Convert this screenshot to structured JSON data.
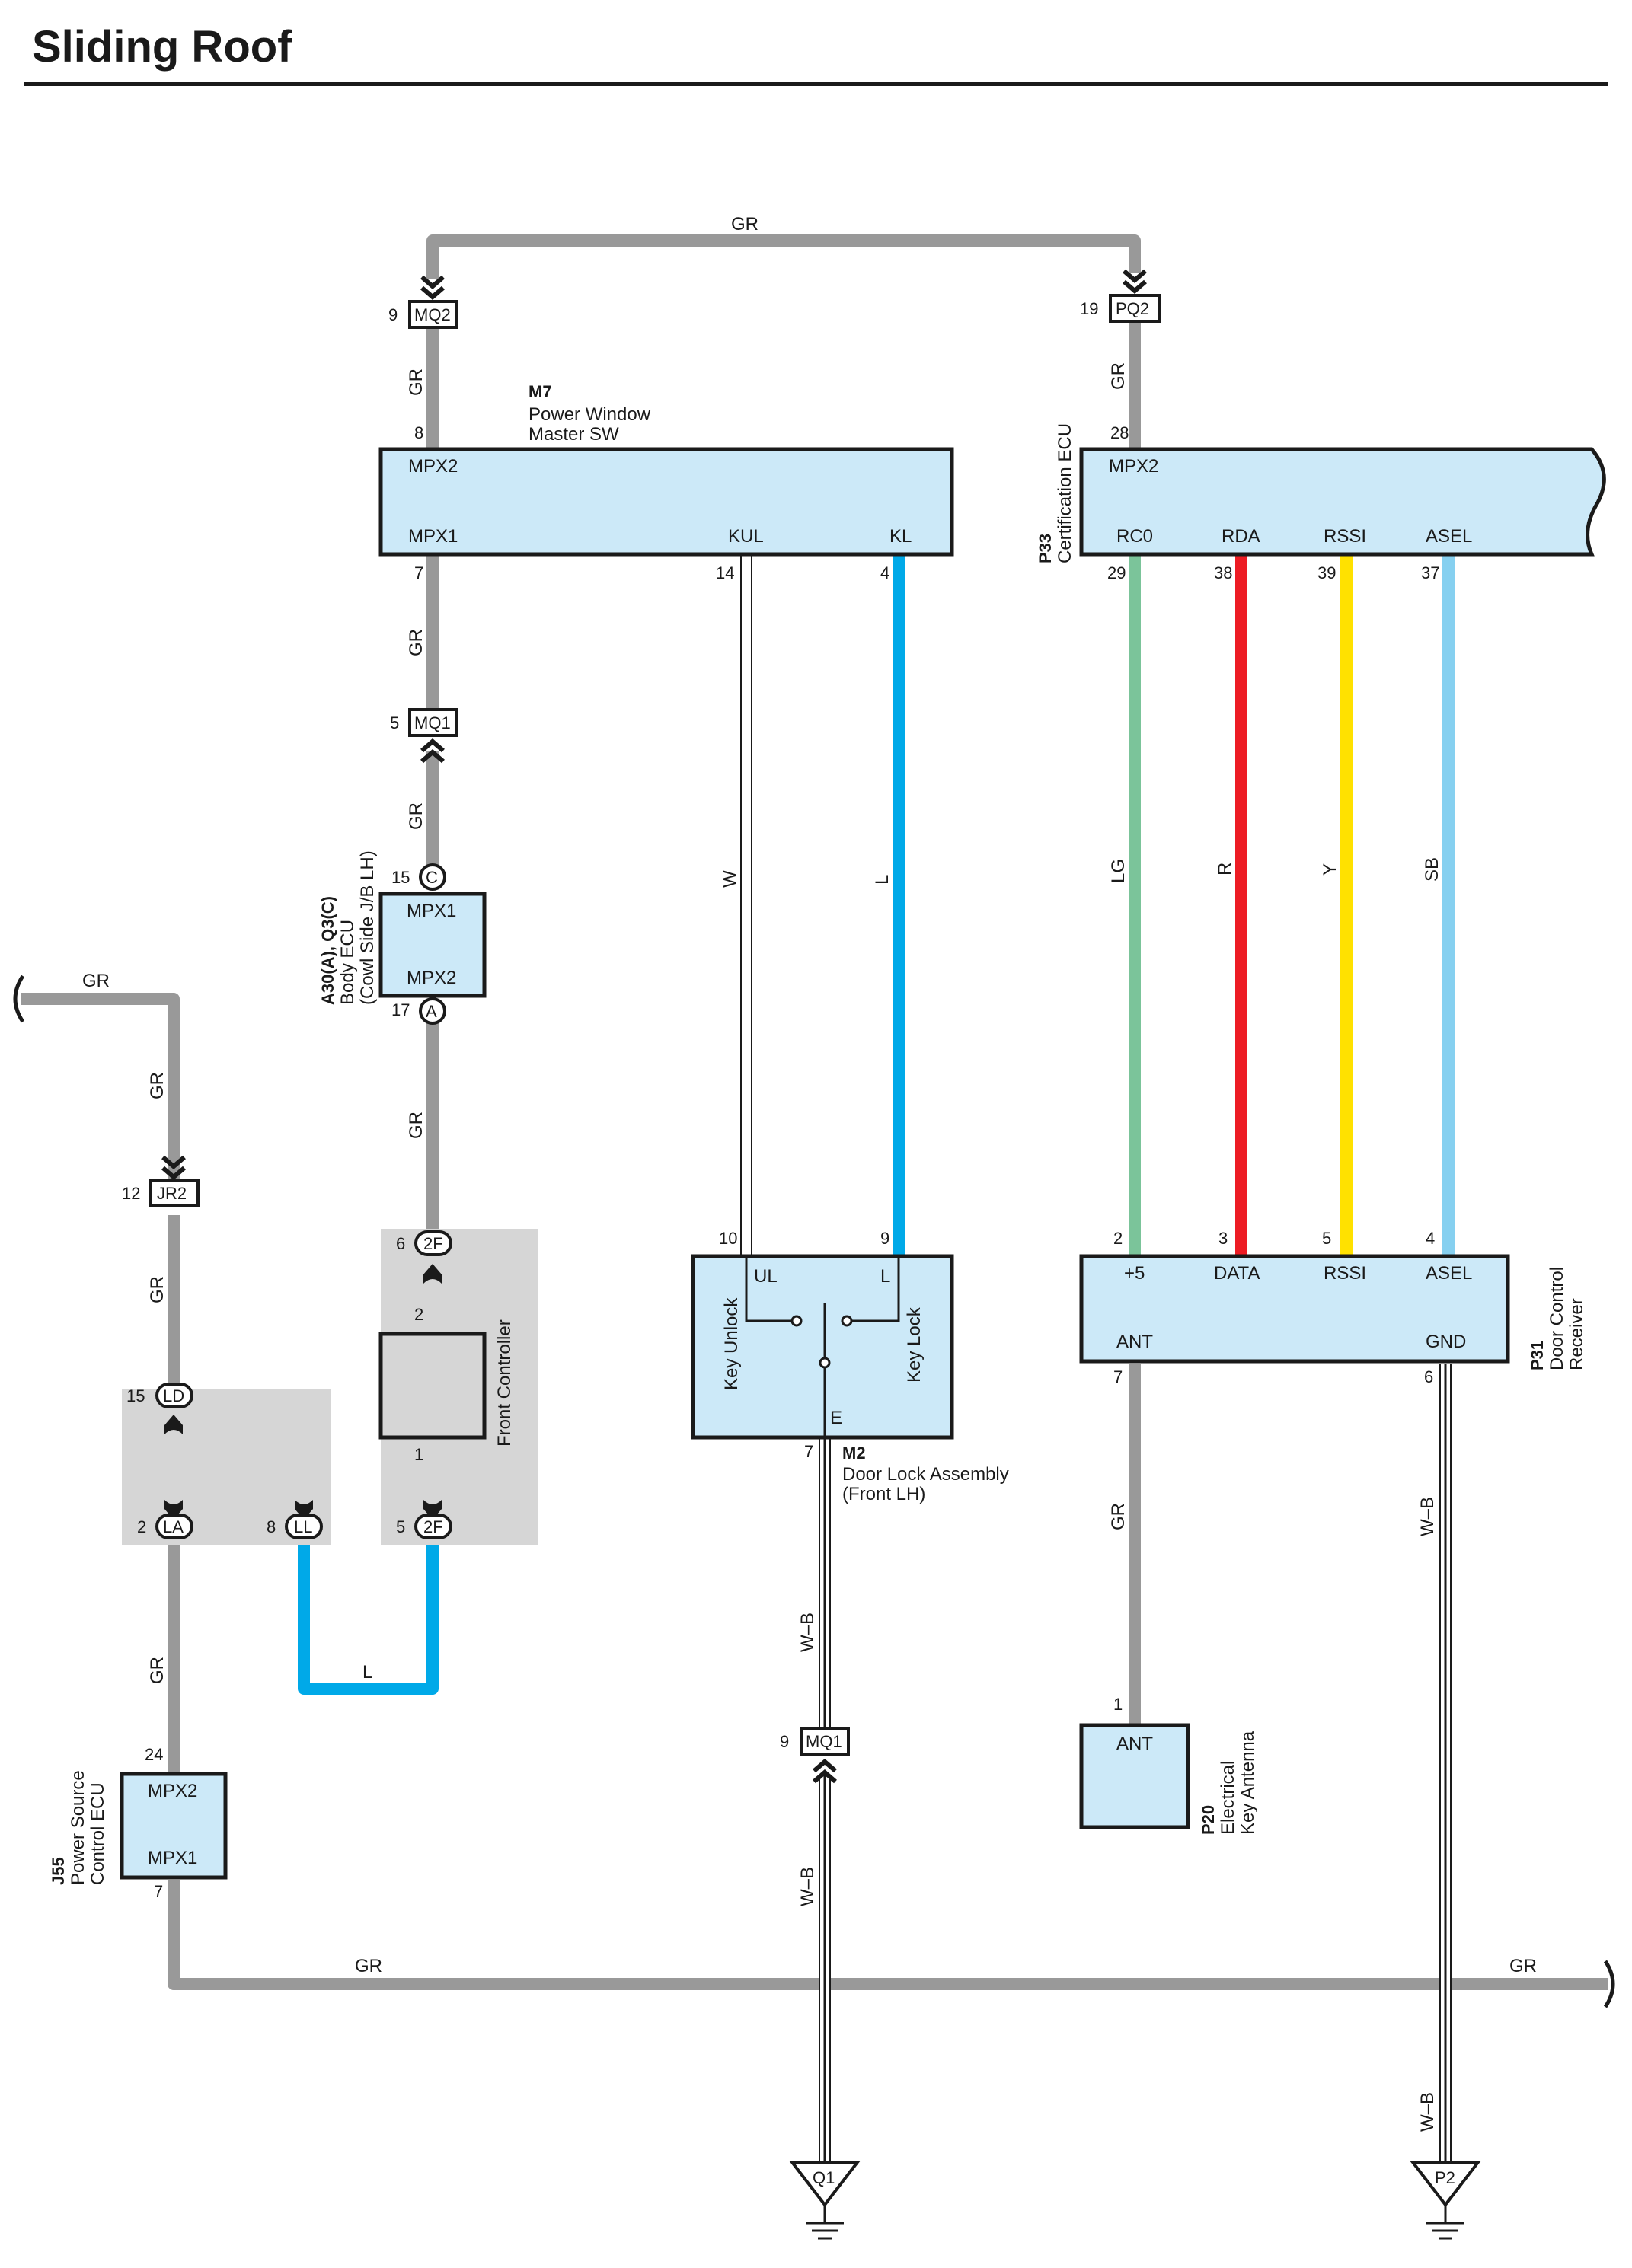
{
  "title": "Sliding Roof",
  "colors": {
    "GR": "#999999",
    "L": "#00a9e8",
    "W": "#ffffff",
    "LG": "#7bc49a",
    "R": "#ed1c24",
    "Y": "#ffe100",
    "SB": "#86d0f0",
    "WB": "#ffffff",
    "component_fill": "#cce9f8",
    "junction_fill": "#d6d6d6",
    "outline": "#1a1a1a"
  },
  "components": {
    "m7": {
      "code": "M7",
      "lines": [
        "Power Window",
        "Master SW"
      ],
      "terminals": [
        "MPX2",
        "MPX1",
        "KUL",
        "KL"
      ],
      "pins": [
        "8",
        "7",
        "14",
        "4"
      ]
    },
    "p33": {
      "code": "P33",
      "lines": [
        "Certification ECU"
      ],
      "terminals": [
        "MPX2",
        "RC0",
        "RDA",
        "RSSI",
        "ASEL"
      ],
      "pins": [
        "28",
        "29",
        "38",
        "39",
        "37"
      ]
    },
    "a30": {
      "code": "A30(A), Q3(C)",
      "lines": [
        "Body ECU",
        "(Cowl Side J/B LH)"
      ],
      "terminals": [
        "MPX1",
        "MPX2"
      ],
      "pins": [
        "15",
        "17"
      ],
      "connectors": [
        "C",
        "A"
      ]
    },
    "m2": {
      "code": "M2",
      "lines": [
        "Door Lock Assembly",
        "(Front LH)"
      ],
      "terminals": [
        "UL",
        "L",
        "E",
        "Key Unlock",
        "Key Lock"
      ],
      "pins": [
        "10",
        "9",
        "7"
      ]
    },
    "p31": {
      "code": "P31",
      "lines": [
        "Door Control",
        "Receiver"
      ],
      "terminals": [
        "+5",
        "DATA",
        "RSSI",
        "ASEL",
        "ANT",
        "GND"
      ],
      "pins": [
        "2",
        "3",
        "5",
        "4",
        "7",
        "6"
      ]
    },
    "p20": {
      "code": "P20",
      "lines": [
        "Electrical",
        "Key Antenna"
      ],
      "terminals": [
        "ANT"
      ],
      "pins": [
        "1"
      ]
    },
    "j55": {
      "code": "J55",
      "lines": [
        "Power Source",
        "Control ECU"
      ],
      "terminals": [
        "MPX2",
        "MPX1"
      ],
      "pins": [
        "24",
        "7"
      ]
    },
    "front_controller": {
      "label": "Front Controller",
      "pins": [
        "2",
        "1"
      ]
    }
  },
  "connectors": {
    "mq2": {
      "name": "MQ2",
      "pin": "9"
    },
    "pq2": {
      "name": "PQ2",
      "pin": "19"
    },
    "mq1_top": {
      "name": "MQ1",
      "pin": "5"
    },
    "jr2": {
      "name": "JR2",
      "pin": "12"
    },
    "mq1_bottom": {
      "name": "MQ1",
      "pin": "9"
    },
    "ld": {
      "name": "LD",
      "pin": "15"
    },
    "la": {
      "name": "LA",
      "pin": "2"
    },
    "ll": {
      "name": "LL",
      "pin": "8"
    },
    "f2_top": {
      "name": "2F",
      "pin": "6"
    },
    "f2_bottom": {
      "name": "2F",
      "pin": "5"
    }
  },
  "grounds": {
    "q1": "Q1",
    "p2": "P2"
  },
  "wire_labels": {
    "gr": "GR",
    "w": "W",
    "l": "L",
    "lg": "LG",
    "r": "R",
    "y": "Y",
    "sb": "SB",
    "wb": "W–B"
  }
}
